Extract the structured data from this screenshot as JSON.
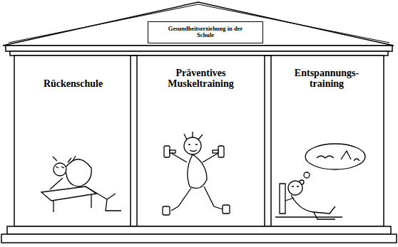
{
  "diagram": {
    "nodes": [
      {
        "text": [
          "Gesundheitserziehung in der Schule"
        ]
      },
      {
        "text": [
          "Rückenschule"
        ]
      },
      {
        "text": [
          "Präventives Muskeltraining"
        ]
      },
      {
        "text": [
          "Entspannungs- training"
        ]
      }
    ]
  }
}
